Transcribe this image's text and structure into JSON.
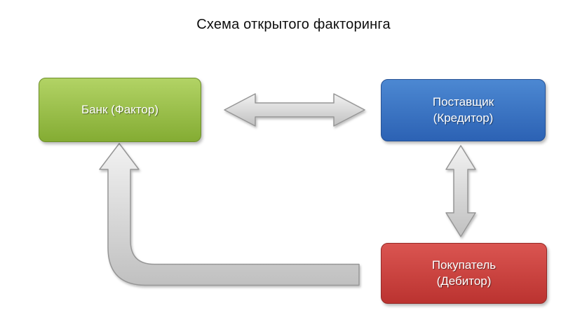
{
  "title": "Схема открытого факторинга",
  "nodes": {
    "bank": {
      "label": "Банк (Фактор)",
      "fill_top": "#b2d365",
      "fill_bottom": "#84ac33",
      "border": "#6d8e2a"
    },
    "supplier": {
      "line1": "Поставщик",
      "line2": "(Кредитор)",
      "fill_top": "#4c88d2",
      "fill_bottom": "#2c62b4",
      "border": "#265295"
    },
    "buyer": {
      "line1": "Покупатель",
      "line2": "(Дебитор)",
      "fill_top": "#da5551",
      "fill_bottom": "#bb3330",
      "border": "#952a27"
    }
  },
  "connections": [
    {
      "from": "Банк (Фактор)",
      "to": "Поставщик (Кредитор)",
      "type": "bidirectional-horizontal-arrow"
    },
    {
      "from": "Поставщик (Кредитор)",
      "to": "Покупатель (Дебитор)",
      "type": "bidirectional-vertical-arrow"
    },
    {
      "from": "Покупатель (Дебитор)",
      "to": "Банк (Фактор)",
      "type": "one-way-elbow-arrow-up"
    }
  ],
  "arrow_style": {
    "fill_top": "#f2f2f2",
    "fill_bottom": "#c0c0c0",
    "border": "#969696"
  }
}
